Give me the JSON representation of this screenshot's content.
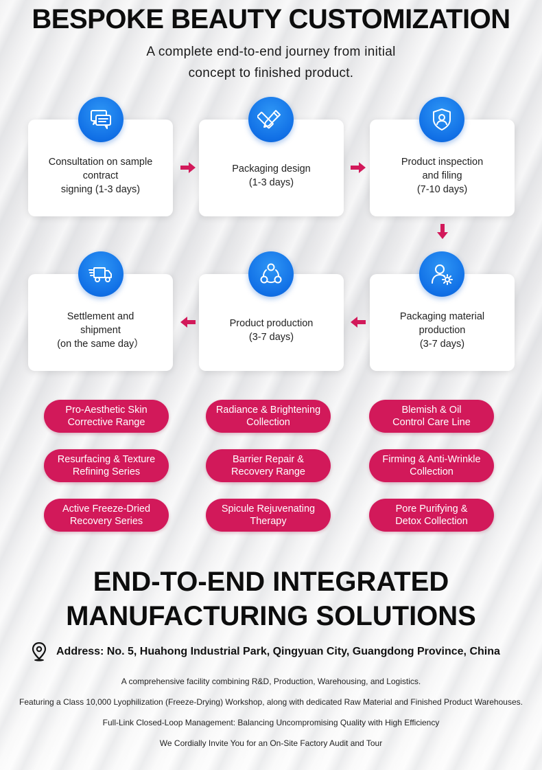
{
  "header": {
    "title": "BESPOKE BEAUTY CUSTOMIZATION",
    "subtitle_line1": "A complete end-to-end journey from initial",
    "subtitle_line2": "concept to finished product."
  },
  "steps": [
    {
      "label": "Consultation on sample\ncontract\nsigning (1-3 days)",
      "icon": "chat-bubbles-icon"
    },
    {
      "label": "Packaging design\n(1-3 days)",
      "icon": "pencil-ruler-icon"
    },
    {
      "label": "Product inspection\nand filing\n(7-10 days)",
      "icon": "shield-check-icon"
    },
    {
      "label": "Packaging material\nproduction\n(3-7 days)",
      "icon": "user-gear-icon"
    },
    {
      "label": "Product production\n(3-7 days)",
      "icon": "network-circle-icon"
    },
    {
      "label": "Settlement and\nshipment\n(on the same day）",
      "icon": "delivery-truck-icon"
    }
  ],
  "product_lines": [
    "Pro-Aesthetic Skin\nCorrective Range",
    "Radiance & Brightening\nCollection",
    "Blemish & Oil\nControl Care Line",
    "Resurfacing & Texture\nRefining Series",
    "Barrier Repair &\nRecovery Range",
    "Firming & Anti-Wrinkle\nCollection",
    "Active Freeze-Dried\nRecovery Series",
    "Spicule Rejuvenating\nTherapy",
    "Pore Purifying &\nDetox Collection"
  ],
  "section2": {
    "title": "END-TO-END INTEGRATED\nMANUFACTURING SOLUTIONS",
    "address": "Address: No. 5, Huahong Industrial Park, Qingyuan City, Guangdong Province, China",
    "address_icon": "location-pin-icon",
    "paragraphs": [
      "A comprehensive facility combining R&D, Production, Warehousing, and Logistics.",
      "Featuring a Class 10,000 Lyophilization (Freeze-Drying) Workshop, along with dedicated Raw Material and Finished Product Warehouses.",
      "Full-Link Closed-Loop Management: Balancing Uncompromising Quality with High Efficiency",
      "We Cordially Invite You for an On-Site Factory Audit and Tour"
    ]
  },
  "colors": {
    "accent_pink": "#d2195a",
    "icon_blue": "#1170e6",
    "card_bg": "#ffffff"
  }
}
